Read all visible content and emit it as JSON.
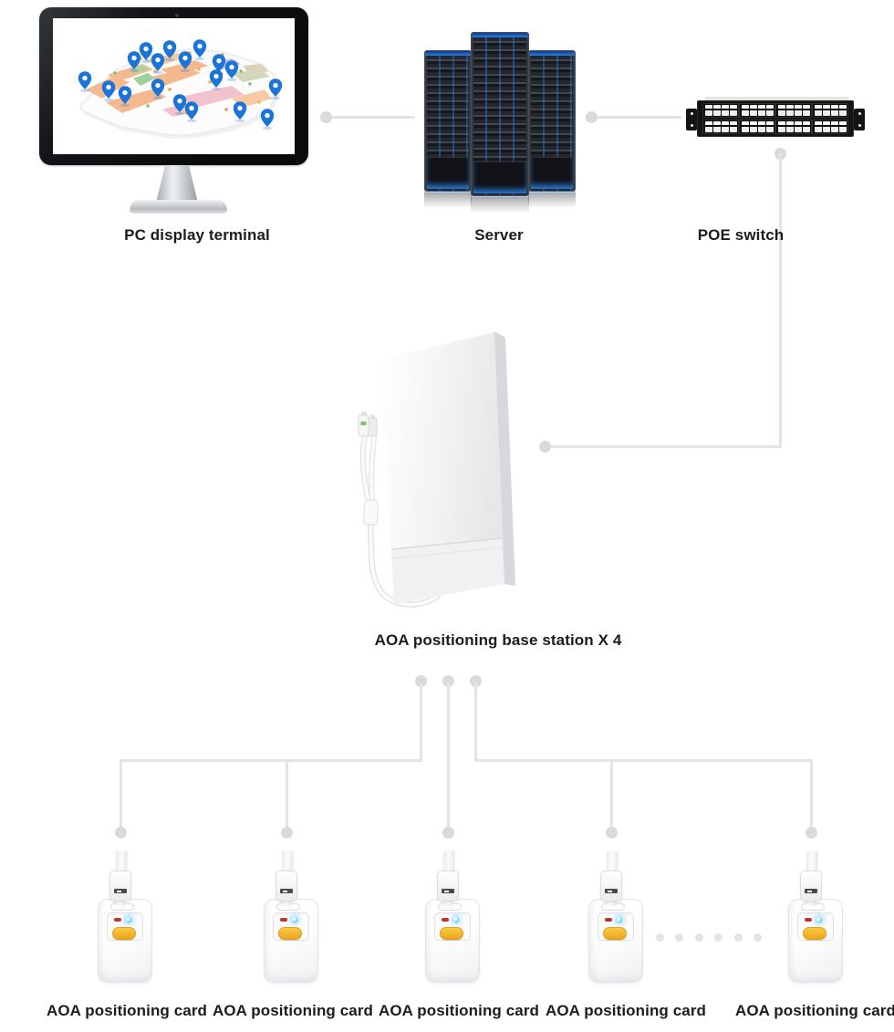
{
  "labels": {
    "pc_terminal": "PC display terminal",
    "server": "Server",
    "poe_switch": "POE switch",
    "base_station": "AOA positioning base station X 4"
  },
  "cards": [
    {
      "label": "AOA positioning card"
    },
    {
      "label": "AOA positioning card"
    },
    {
      "label": "AOA positioning card"
    },
    {
      "label": "AOA positioning card"
    },
    {
      "label": "AOA positioning card"
    }
  ],
  "icons": {
    "monitor": "monitor-with-indoor-map-icon",
    "map_pin": "map-pin-icon",
    "server_rack": "server-rack-icon",
    "poe_switch": "patch-panel-icon",
    "base_station": "panel-antenna-icon",
    "positioning_card": "badge-card-icon",
    "ellipsis": "more-items-dots"
  },
  "colors": {
    "background": "#ffffff",
    "connector_line": "#e4e4e4",
    "connector_dot": "#dadada",
    "label_text": "#1c1c1c",
    "map_pin_blue": "#1b74d8",
    "rack_blue": "#2b7fe0",
    "card_led_red": "#c1342c",
    "card_led_blue": "#35bdf2",
    "card_button_yellow": "#f2b330"
  }
}
